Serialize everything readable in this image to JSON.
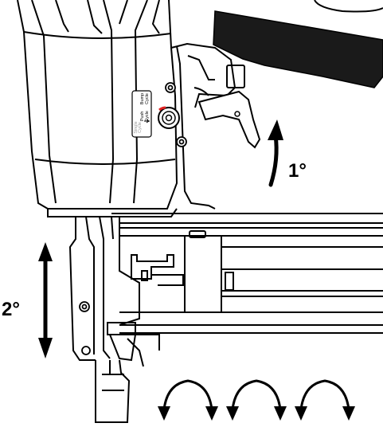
{
  "labels": {
    "step1": "1°",
    "step2": "2°"
  },
  "selector_plate": {
    "bump": "Bump",
    "cycle_a": "Cycle",
    "push": "Push",
    "cycle_b": "Cycle",
    "faded_a": "Single",
    "faded_b": "Cycle"
  },
  "colors": {
    "ink": "#000000",
    "handle": "#1a1a1a",
    "accent": "#e02020",
    "faded": "#9a9a9a"
  },
  "icons": {
    "rotate_arrows": "rotate-arrow-icon",
    "vertical_arrow": "double-arrow-vertical-icon",
    "curved_arrow": "curved-arrow-up-icon"
  }
}
